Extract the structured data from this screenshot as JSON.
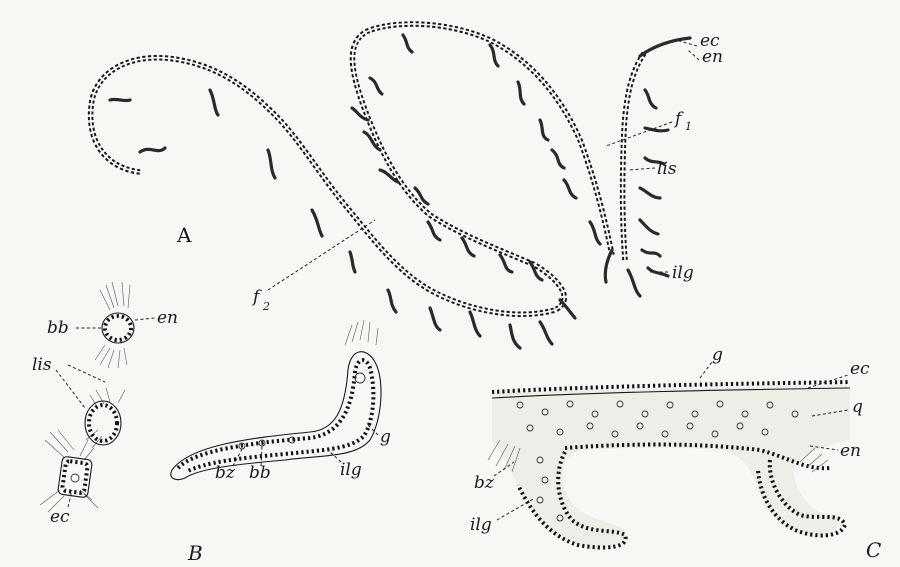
{
  "panels": {
    "A": {
      "caption": "A",
      "labels": {
        "ec": "ec",
        "en": "en",
        "f1": "f",
        "f1_sub": "1",
        "lis": "lis",
        "ilg": "ilg",
        "f2": "f",
        "f2_sub": "2"
      }
    },
    "B": {
      "caption": "B",
      "labels": {
        "bb_top": "bb",
        "en": "en",
        "lis": "lis",
        "ec": "ec",
        "bz": "bz",
        "bb": "bb",
        "ilg": "ilg",
        "g": "g"
      }
    },
    "C": {
      "caption": "C",
      "labels": {
        "g": "g",
        "ec": "ec",
        "q": "q",
        "en": "en",
        "bz": "bz",
        "ilg": "ilg"
      }
    }
  }
}
